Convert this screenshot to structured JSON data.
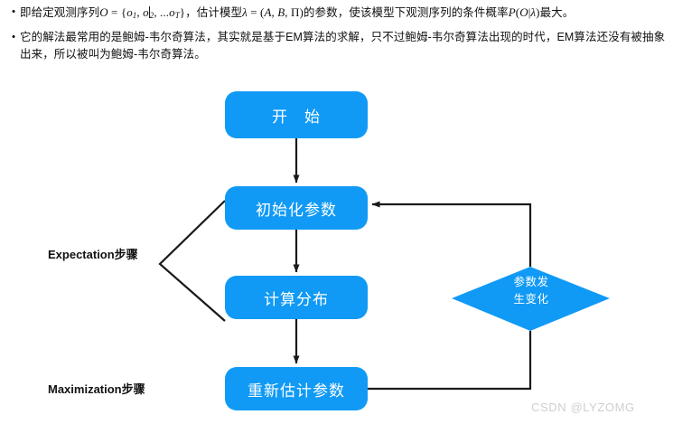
{
  "notes": {
    "bullets": [
      {
        "id": "bullet-1",
        "marker": "•",
        "segments": [
          {
            "type": "cn",
            "text": "即给定观测序列"
          },
          {
            "type": "mi",
            "text": "O"
          },
          {
            "type": "mo",
            "text": " = {"
          },
          {
            "type": "mi",
            "text": "o"
          },
          {
            "type": "sub",
            "text": "1"
          },
          {
            "type": "mo",
            "text": ", "
          },
          {
            "type": "mi",
            "text": "o"
          },
          {
            "type": "caret",
            "text": ""
          },
          {
            "type": "sub",
            "text": "2"
          },
          {
            "type": "mo",
            "text": ", ..."
          },
          {
            "type": "mi",
            "text": "o"
          },
          {
            "type": "sub",
            "text": "T"
          },
          {
            "type": "mo",
            "text": "}"
          },
          {
            "type": "cn",
            "text": "，估计模型"
          },
          {
            "type": "mi",
            "text": "λ"
          },
          {
            "type": "mo",
            "text": " = ("
          },
          {
            "type": "mi",
            "text": "A"
          },
          {
            "type": "mo",
            "text": ", "
          },
          {
            "type": "mi",
            "text": "B"
          },
          {
            "type": "mo",
            "text": ", "
          },
          {
            "type": "mu",
            "text": "Π"
          },
          {
            "type": "mo",
            "text": ")"
          },
          {
            "type": "cn",
            "text": "的参数，使该模型下观测序列的条件概率"
          },
          {
            "type": "mi",
            "text": "P"
          },
          {
            "type": "mo",
            "text": "("
          },
          {
            "type": "mi",
            "text": "O"
          },
          {
            "type": "mo",
            "text": "|"
          },
          {
            "type": "mi",
            "text": "λ"
          },
          {
            "type": "mo",
            "text": ")"
          },
          {
            "type": "cn",
            "text": "最大。"
          }
        ]
      },
      {
        "id": "bullet-2",
        "marker": "•",
        "segments": [
          {
            "type": "cn",
            "text": "它的解法最常用的是鲍姆-韦尔奇算法，其实就是基于EM算法的求解，只不过鲍姆-韦尔奇算法出现的时代，EM算法还没有被抽象出来，所以被叫为鲍姆-韦尔奇算法。"
          }
        ]
      }
    ]
  },
  "flowchart": {
    "title": "EM algorithm / Baum-Welch flow",
    "accent_color": "#109af5",
    "line_color": "#1a1a1a",
    "nodes": {
      "start": {
        "label": "开　始",
        "shape": "rounded-rect"
      },
      "init": {
        "label": "初始化参数",
        "shape": "rounded-rect"
      },
      "calc": {
        "label": "计算分布",
        "shape": "rounded-rect"
      },
      "reestimate": {
        "label": "重新估计参数",
        "shape": "rounded-rect"
      },
      "decision": {
        "label_line1": "参数发",
        "label_line2": "生变化",
        "shape": "diamond"
      }
    },
    "side_labels": {
      "expectation": "Expectation步骤",
      "maximization": "Maximization步骤"
    }
  },
  "watermark": {
    "text": "CSDN @LYZOMG"
  }
}
